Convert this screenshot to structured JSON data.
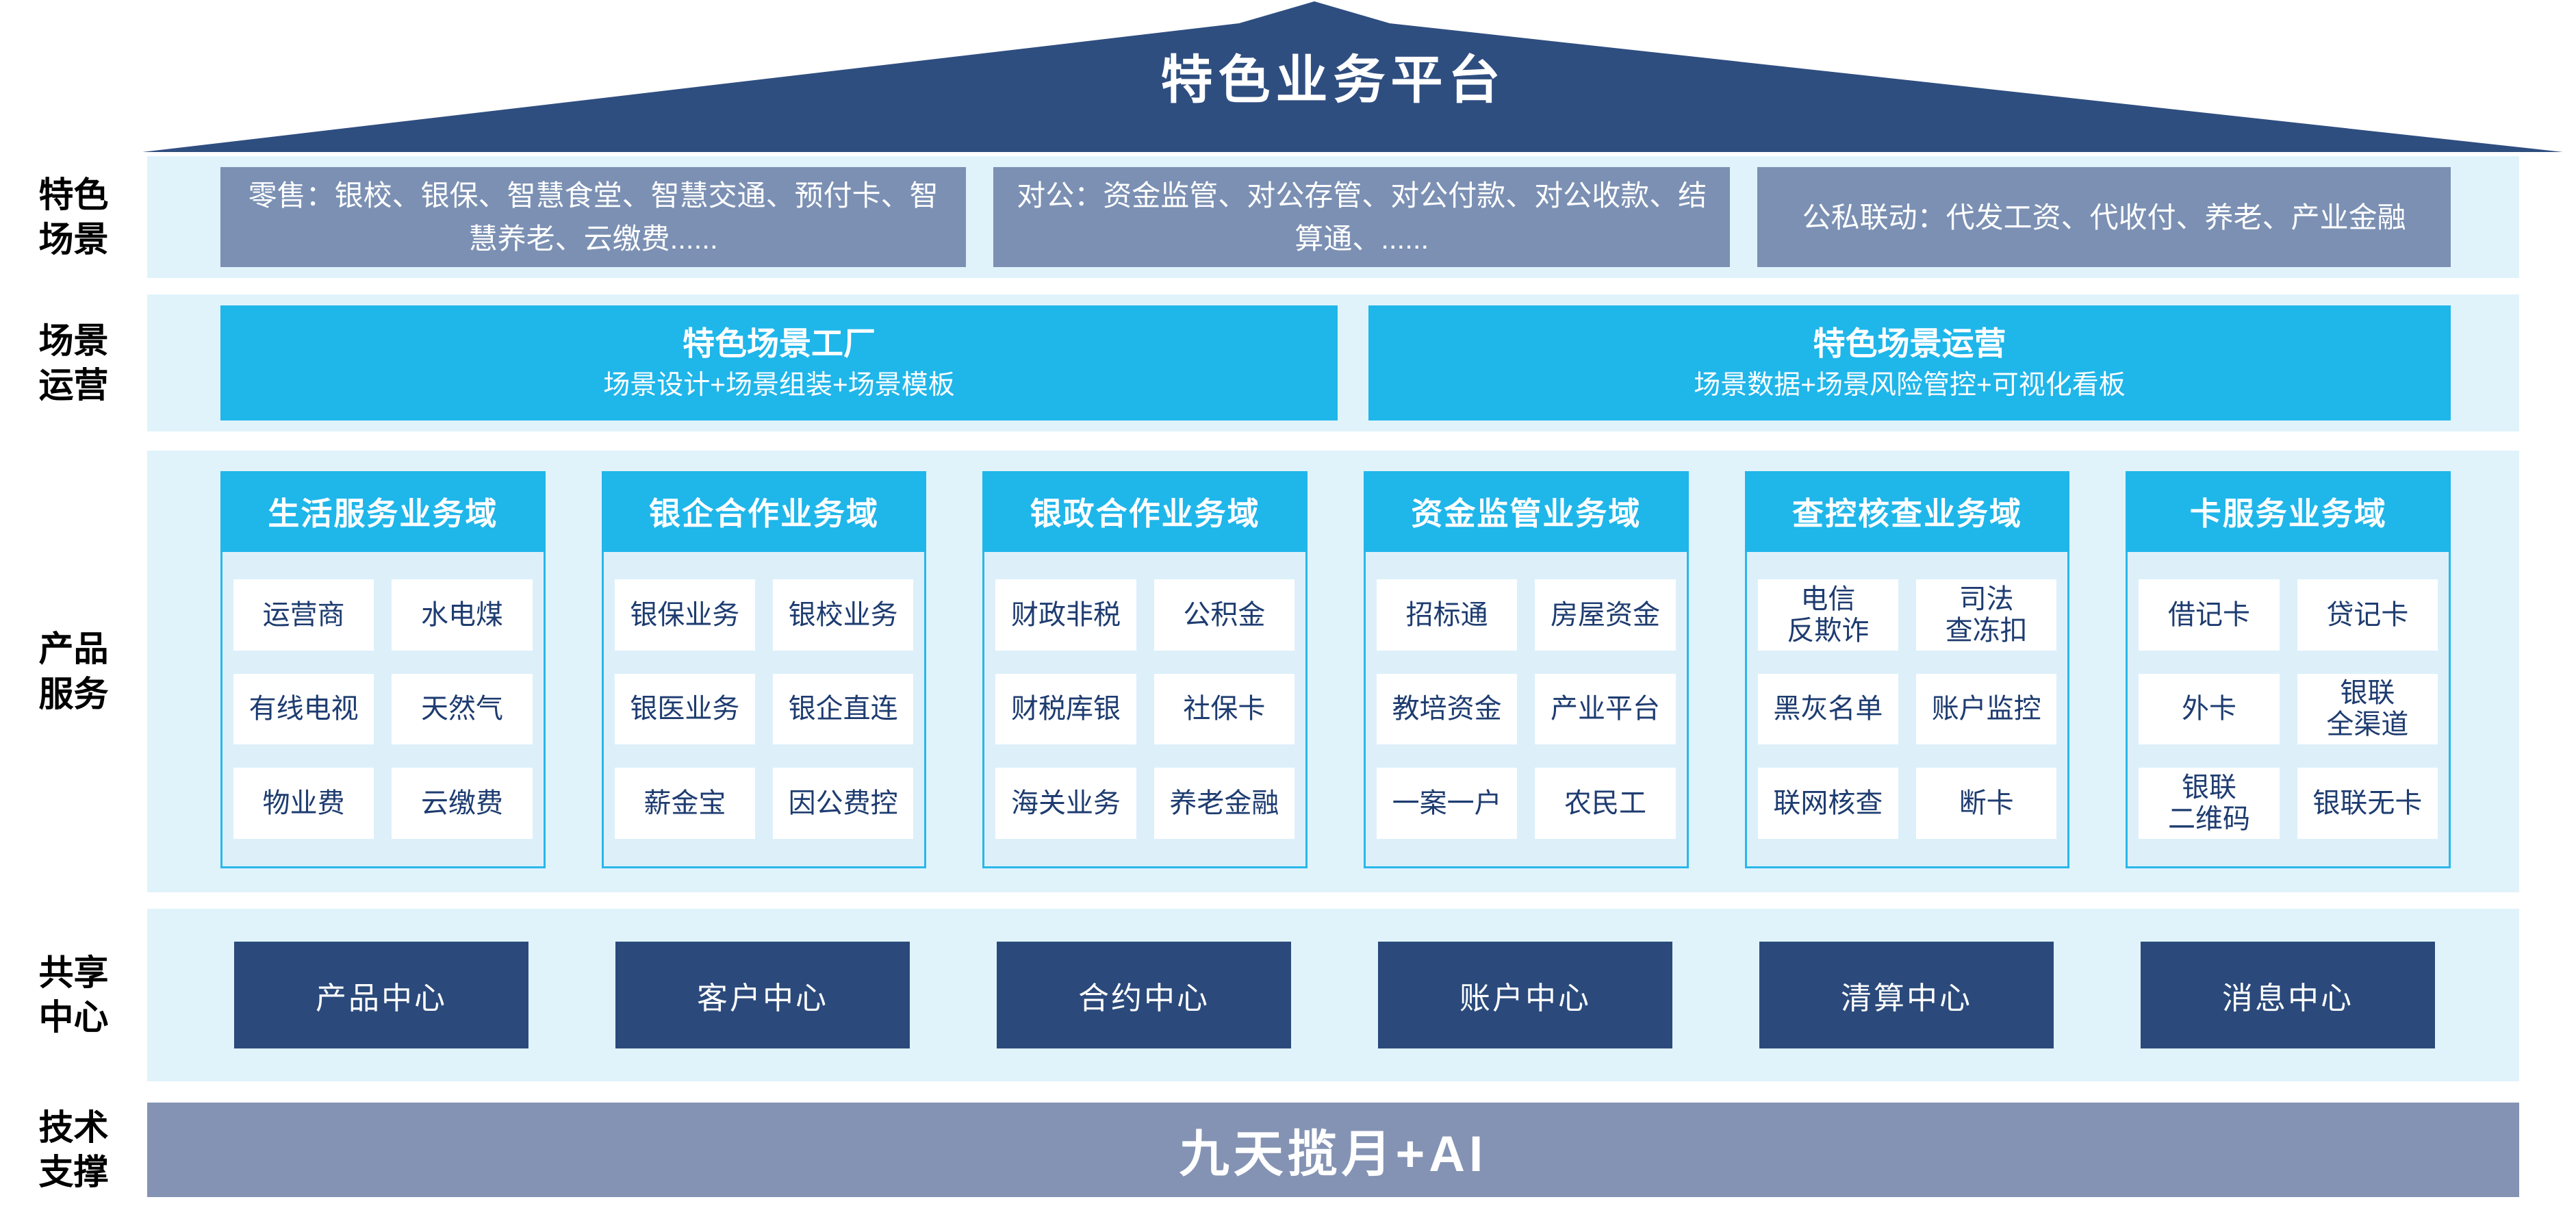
{
  "title": "特色业务平台",
  "colors": {
    "roof_navy": "#2F4E80",
    "accent_cyan": "#1FB6EA",
    "band_light_blue": "#E0F3FB",
    "slate_box": "#7B90B3",
    "navy_center_box": "#2B4A7B",
    "tech_bar_slate": "#8493B4",
    "cell_text_navy": "#1E3C70"
  },
  "side_labels": [
    "特色\n场景",
    "场景\n运营",
    "产品\n服务",
    "共享\n中心",
    "技术\n支撑"
  ],
  "scene_row": {
    "boxes": [
      "零售：银校、银保、智慧食堂、智慧交通、预付卡、智慧养老、云缴费......",
      "对公：资金监管、对公存管、对公付款、对公收款、结算通、......",
      "公私联动：代发工资、代收付、养老、产业金融"
    ]
  },
  "ops_row": {
    "boxes": [
      {
        "title": "特色场景工厂",
        "subtitle": "场景设计+场景组装+场景模板"
      },
      {
        "title": "特色场景运营",
        "subtitle": "场景数据+场景风险管控+可视化看板"
      }
    ]
  },
  "product_row": {
    "domains": [
      {
        "header": "生活服务业务域",
        "cells": [
          "运营商",
          "水电煤",
          "有线电视",
          "天然气",
          "物业费",
          "云缴费"
        ]
      },
      {
        "header": "银企合作业务域",
        "cells": [
          "银保业务",
          "银校业务",
          "银医业务",
          "银企直连",
          "薪金宝",
          "因公费控"
        ]
      },
      {
        "header": "银政合作业务域",
        "cells": [
          "财政非税",
          "公积金",
          "财税库银",
          "社保卡",
          "海关业务",
          "养老金融"
        ]
      },
      {
        "header": "资金监管业务域",
        "cells": [
          "招标通",
          "房屋资金",
          "教培资金",
          "产业平台",
          "一案一户",
          "农民工"
        ]
      },
      {
        "header": "查控核查业务域",
        "cells": [
          "电信\n反欺诈",
          "司法\n查冻扣",
          "黑灰名单",
          "账户监控",
          "联网核查",
          "断卡"
        ]
      },
      {
        "header": "卡服务业务域",
        "cells": [
          "借记卡",
          "贷记卡",
          "外卡",
          "银联\n全渠道",
          "银联\n二维码",
          "银联无卡"
        ]
      }
    ]
  },
  "centers_row": {
    "boxes": [
      "产品中心",
      "客户中心",
      "合约中心",
      "账户中心",
      "清算中心",
      "消息中心"
    ]
  },
  "tech_row": {
    "label": "九天揽月+AI"
  }
}
